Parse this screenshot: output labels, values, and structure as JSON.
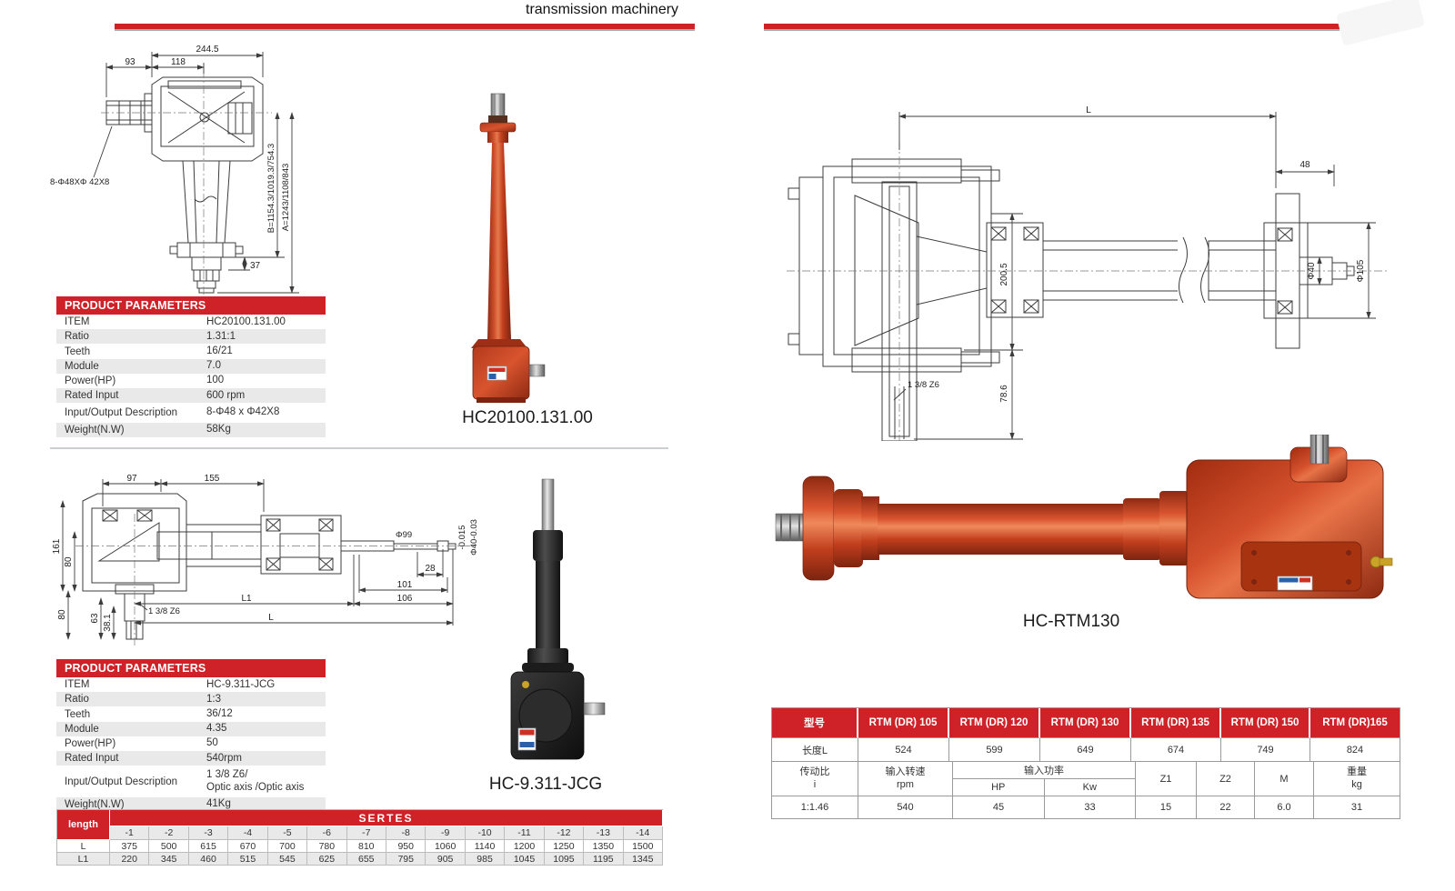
{
  "header": {
    "title": "transmission machinery"
  },
  "colors": {
    "accent_red": "#cf2128",
    "row_gray": "#e9e9e9"
  },
  "drawing1": {
    "dim_width_total": "244.5",
    "dim_93": "93",
    "dim_118": "118",
    "spline_note": "8-Φ48XΦ 42X8",
    "dim_b": "B=1154.3/1019.3/754.3",
    "dim_a": "A=1243/1108/843",
    "dim_37": "37"
  },
  "product1": {
    "caption": "HC20100.131.00",
    "params_title": "PRODUCT PARAMETERS",
    "params": [
      {
        "label": "ITEM",
        "value": "HC20100.131.00"
      },
      {
        "label": "Ratio",
        "value": "1.31:1"
      },
      {
        "label": "Teeth",
        "value": "16/21"
      },
      {
        "label": "Module",
        "value": "7.0"
      },
      {
        "label": "Power(HP)",
        "value": "100"
      },
      {
        "label": "Rated Input",
        "value": "600 rpm"
      },
      {
        "label": "Input/Output Description",
        "value": "8-Φ48 x Φ42X8"
      },
      {
        "label": "Weight(N.W)",
        "value": "58Kg"
      }
    ]
  },
  "drawing2": {
    "dim_97": "97",
    "dim_155": "155",
    "dim_161": "161",
    "dim_80a": "80",
    "dim_80b": "80",
    "dim_63": "63",
    "dim_381": "38.1",
    "spline_note": "1 3/8 Z6",
    "dim_phi99": "Φ99",
    "tol_top": "-0.015",
    "tol_bottom": "Φ40-0.03",
    "dim_28": "28",
    "dim_101": "101",
    "dim_106": "106",
    "dim_l1": "L1",
    "dim_l": "L"
  },
  "product2": {
    "caption": "HC-9.311-JCG",
    "params_title": "PRODUCT PARAMETERS",
    "params": [
      {
        "label": "ITEM",
        "value": "HC-9.311-JCG"
      },
      {
        "label": "Ratio",
        "value": "1:3"
      },
      {
        "label": "Teeth",
        "value": "36/12"
      },
      {
        "label": "Module",
        "value": "4.35"
      },
      {
        "label": "Power(HP)",
        "value": "50"
      },
      {
        "label": "Rated Input",
        "value": "540rpm"
      },
      {
        "label": "Input/Output Description",
        "value": "1 3/8 Z6/\nOptic axis /Optic axis"
      },
      {
        "label": "Weight(N.W)",
        "value": "41Kg"
      }
    ]
  },
  "series_table": {
    "corner": "length",
    "title": "SERTES",
    "cols": [
      "-1",
      "-2",
      "-3",
      "-4",
      "-5",
      "-6",
      "-7",
      "-8",
      "-9",
      "-10",
      "-11",
      "-12",
      "-13",
      "-14"
    ],
    "row_l": {
      "label": "L",
      "values": [
        "375",
        "500",
        "615",
        "670",
        "700",
        "780",
        "810",
        "950",
        "1060",
        "1140",
        "1200",
        "1250",
        "1350",
        "1500"
      ]
    },
    "row_l1": {
      "label": "L1",
      "values": [
        "220",
        "345",
        "460",
        "515",
        "545",
        "625",
        "655",
        "795",
        "905",
        "985",
        "1045",
        "1095",
        "1195",
        "1345"
      ]
    }
  },
  "drawing3": {
    "dim_l": "L",
    "dim_48": "48",
    "dim_2005": "200.5",
    "dim_phi40": "Φ40",
    "dim_phi105": "Φ105",
    "spline_note": "1 3/8 Z6",
    "dim_786": "78.6"
  },
  "product3": {
    "caption": "HC-RTM130"
  },
  "rtm_table": {
    "headers": [
      "型号",
      "RTM (DR) 105",
      "RTM (DR) 120",
      "RTM (DR) 130",
      "RTM (DR) 135",
      "RTM (DR) 150",
      "RTM (DR)165"
    ],
    "length_label": "长度L",
    "length_values": [
      "524",
      "599",
      "649",
      "674",
      "749",
      "824"
    ],
    "ratio_label": "传动比",
    "ratio_sub": "i",
    "rpm_label": "输入转速",
    "rpm_sub": "rpm",
    "power_label": "输入功率",
    "power_hp": "HP",
    "power_kw": "Kw",
    "z1": "Z1",
    "z2": "Z2",
    "m": "M",
    "weight_label": "重量",
    "weight_sub": "kg",
    "value_row": [
      "1:1.46",
      "540",
      "45",
      "33",
      "15",
      "22",
      "6.0",
      "31"
    ]
  }
}
